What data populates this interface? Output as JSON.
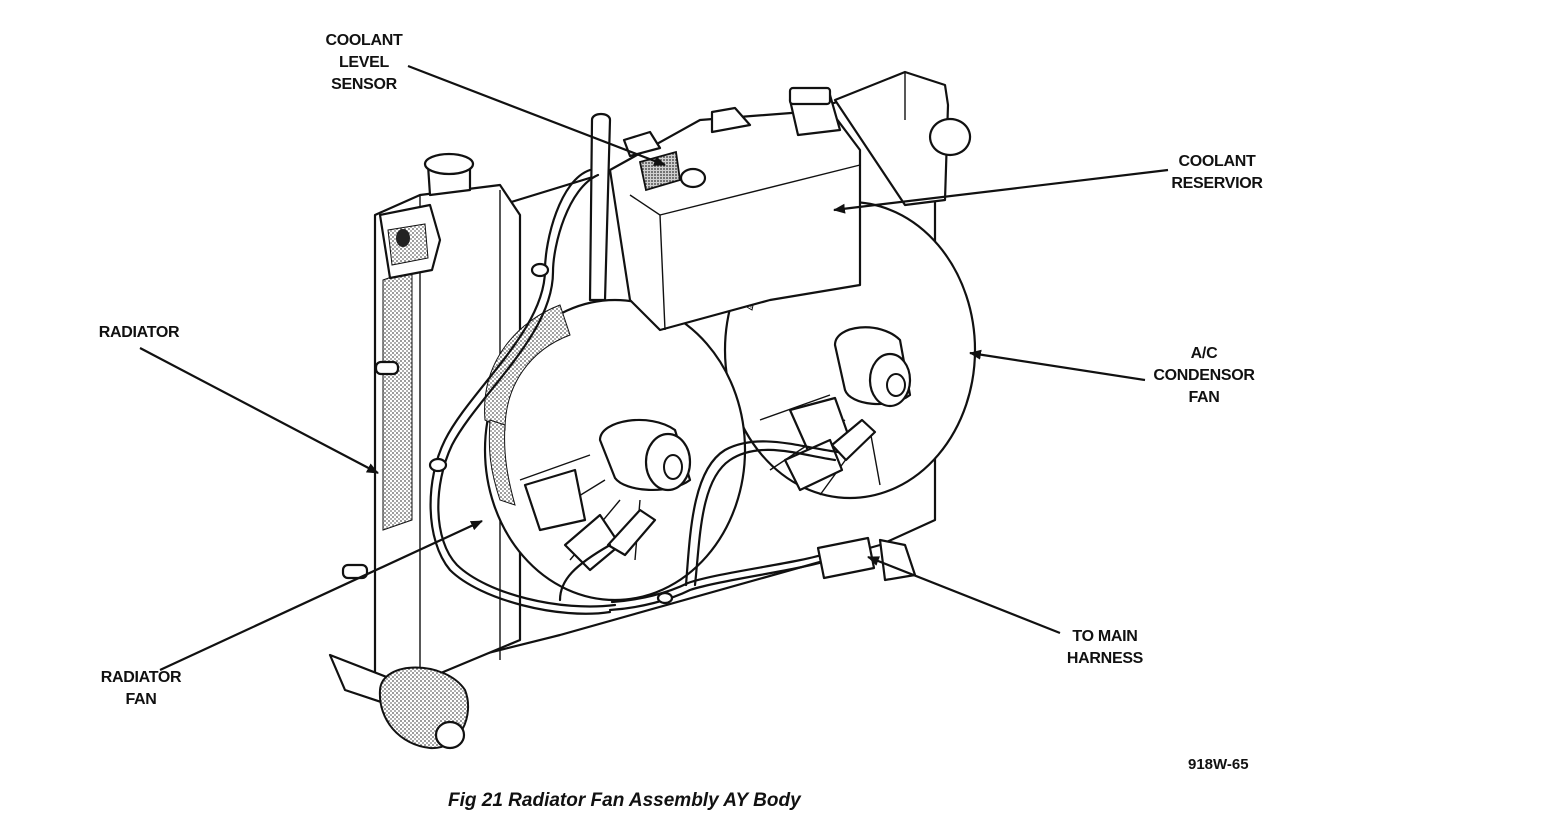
{
  "figure": {
    "caption": "Fig 21 Radiator Fan Assembly AY Body",
    "reference_code": "918W-65"
  },
  "callouts": {
    "coolant_level_sensor": [
      "COOLANT",
      "LEVEL",
      "SENSOR"
    ],
    "coolant_reservior": [
      "COOLANT",
      "RESERVIOR"
    ],
    "radiator": [
      "RADIATOR"
    ],
    "ac_condensor_fan": [
      "A/C",
      "CONDENSOR",
      "FAN"
    ],
    "radiator_fan": [
      "RADIATOR",
      "FAN"
    ],
    "to_main_harness": [
      "TO MAIN",
      "HARNESS"
    ]
  },
  "colors": {
    "ink": "#111111",
    "paper": "#ffffff",
    "shading": "#888888"
  }
}
